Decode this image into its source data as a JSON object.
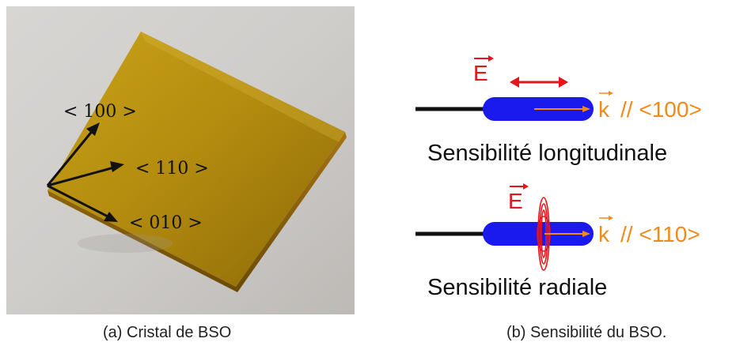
{
  "figure_a": {
    "caption": "(a) Cristal de BSO",
    "axes": [
      {
        "label": "< 100 >"
      },
      {
        "label": "< 110 >"
      },
      {
        "label": "< 010 >"
      }
    ]
  },
  "figure_b": {
    "caption": "(b) Sensibilité du BSO.",
    "top": {
      "e_label": "E",
      "k_label": "k",
      "direction": "// <100>",
      "description": "Sensibilité longitudinale"
    },
    "bottom": {
      "e_label": "E",
      "k_label": "k",
      "direction": "// <110>",
      "description": "Sensibilité radiale"
    },
    "colors": {
      "field": "#e8141c",
      "wave": "#f28a1a",
      "fiber": "#1a1aee",
      "cable": "#111111"
    }
  }
}
